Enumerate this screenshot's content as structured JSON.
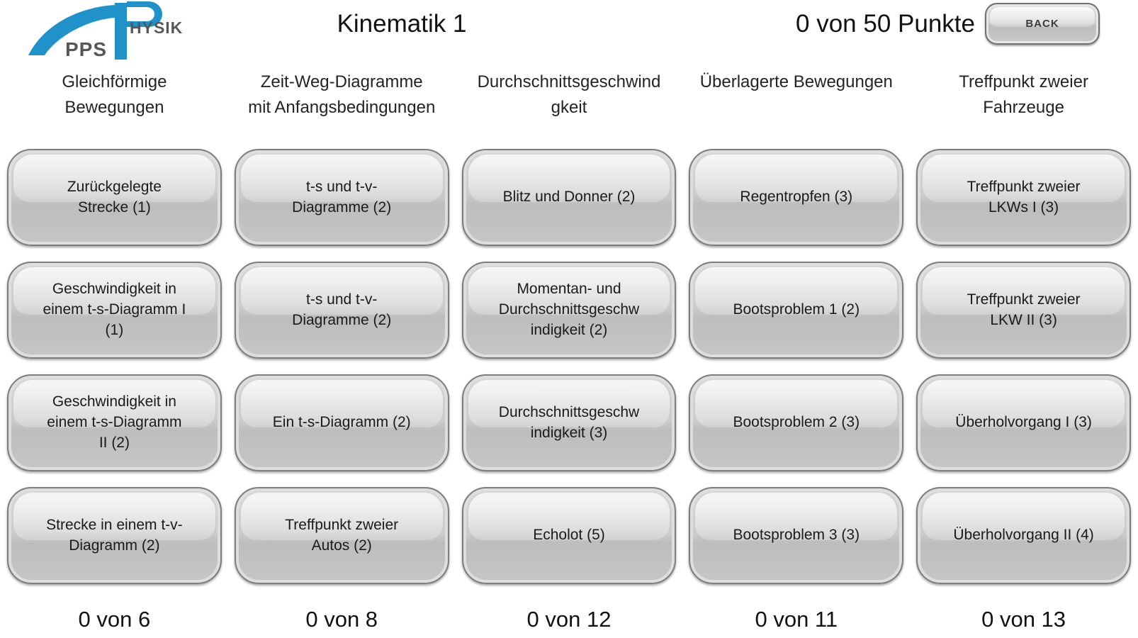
{
  "header": {
    "title": "Kinematik 1",
    "points": "0 von 50 Punkte",
    "back_label": "BACK",
    "logo": {
      "apps_suffix": "PPS",
      "physik_suffix": "HYSIK",
      "brand_blue": "#1f93c9",
      "brand_gray": "#575757"
    }
  },
  "columns": [
    {
      "header": "Gleichförmige\nBewegungen",
      "buttons": [
        {
          "label": "Zurückgelegte\nStrecke (1)"
        },
        {
          "label": "Geschwindigkeit in\neinem t-s-Diagramm I\n(1)"
        },
        {
          "label": "Geschwindigkeit in\neinem t-s-Diagramm\nII (2)"
        },
        {
          "label": "Strecke in einem t-v-\nDiagramm (2)"
        }
      ],
      "score": "0 von 6"
    },
    {
      "header": "Zeit-Weg-Diagramme\nmit Anfangsbedingungen",
      "buttons": [
        {
          "label": "t-s und t-v-\nDiagramme (2)"
        },
        {
          "label": "t-s und t-v-\nDiagramme (2)"
        },
        {
          "label": "Ein t-s-Diagramm (2)"
        },
        {
          "label": "Treffpunkt zweier\nAutos (2)"
        }
      ],
      "score": "0 von 8"
    },
    {
      "header": "Durchschnittsgeschwind\ngkeit",
      "buttons": [
        {
          "label": "Blitz und Donner (2)"
        },
        {
          "label": "Momentan- und\nDurchschnittsgeschw\nindigkeit (2)"
        },
        {
          "label": "Durchschnittsgeschw\nindigkeit (3)"
        },
        {
          "label": "Echolot (5)"
        }
      ],
      "score": "0 von 12"
    },
    {
      "header": "Überlagerte Bewegungen",
      "buttons": [
        {
          "label": "Regentropfen (3)"
        },
        {
          "label": "Bootsproblem 1 (2)"
        },
        {
          "label": "Bootsproblem 2 (3)"
        },
        {
          "label": "Bootsproblem 3 (3)"
        }
      ],
      "score": "0 von 11"
    },
    {
      "header": "Treffpunkt zweier\nFahrzeuge",
      "buttons": [
        {
          "label": "Treffpunkt zweier\nLKWs I (3)"
        },
        {
          "label": "Treffpunkt zweier\nLKW II (3)"
        },
        {
          "label": "Überholvorgang I (3)"
        },
        {
          "label": "Überholvorgang II (4)"
        }
      ],
      "score": "0 von 13"
    }
  ]
}
